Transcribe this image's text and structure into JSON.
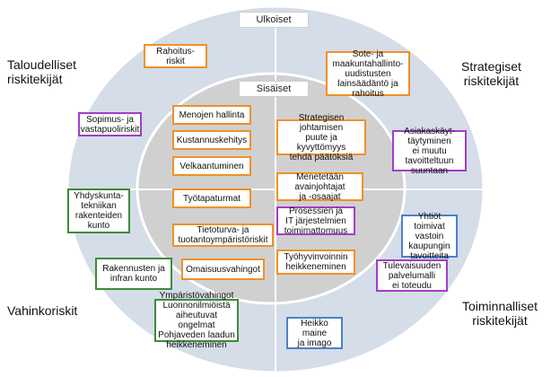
{
  "zones": {
    "outer": "Ulkoiset",
    "inner": "Sisäiset"
  },
  "corners": {
    "top_left": [
      "Taloudelliset",
      "riskitekijät"
    ],
    "top_right": [
      "Strategiset",
      "riskitekijät"
    ],
    "bottom_left": [
      "Vahinkoriskit"
    ],
    "bottom_right": [
      "Toiminnalliset",
      "riskitekijät"
    ]
  },
  "boxes": {
    "rahoitusriskit": "Rahoitus-\nriskit",
    "sote": "Sote- ja\nmaakuntahallinto-\nuudistusten\nlainsäädäntö ja\nrahoitus",
    "sopimus": "Sopimus- ja\nvastapuoliriskit",
    "menojen": "Menojen hallinta",
    "kustannus": "Kustannuskehitys",
    "velka": "Velkaantuminen",
    "strateginen": "Strategisen johtamisen\npuute ja kyvyttömyys\ntehdä päätöksiä",
    "asiakas": "Asiakaskäyt-\ntäytyminen\nei muutu\ntavoitteltuun\nsuuntaan",
    "menetetaan": "Menetetään\navainjohtajat\nja -osaajat",
    "yhdyskunta": "Yhdyskunta-\ntekniikan\nrakenteiden\nkunto",
    "tyotapaturmat": "Työtapaturmat",
    "prosessien": "Prosessien ja\nIT järjestelmien\ntoimimattomuus",
    "yhtiot": "Yhtiöt\ntoimivat\nvastoin\nkaupungin\ntavoitteita",
    "tietoturva": "Tietoturva- ja\ntuotantoympäristöriskit",
    "tyohyvinvointi": "Työhyvinvoinnin\nheikkeneminen",
    "rakennukset": "Rakennusten ja\ninfran kunto",
    "omaisuus": "Omaisuusvahingot",
    "tulevaisuuden": "Tulevaisuuden\npalvelumalli\nei toteudu",
    "ymparisto": "Ympäristövahingot\nLuonnonilmiöistä\naiheutuvat ongelmat\nPohjaveden laadun\nheikkeneminen",
    "maine": "Heikko maine\nja imago"
  },
  "colors": {
    "outer_ring": "#d4dde8",
    "inner_circle": "#d0d0d0",
    "orange": "#f0902a",
    "purple": "#a43cc8",
    "green": "#3f8a3a",
    "blue": "#4a82c8"
  }
}
